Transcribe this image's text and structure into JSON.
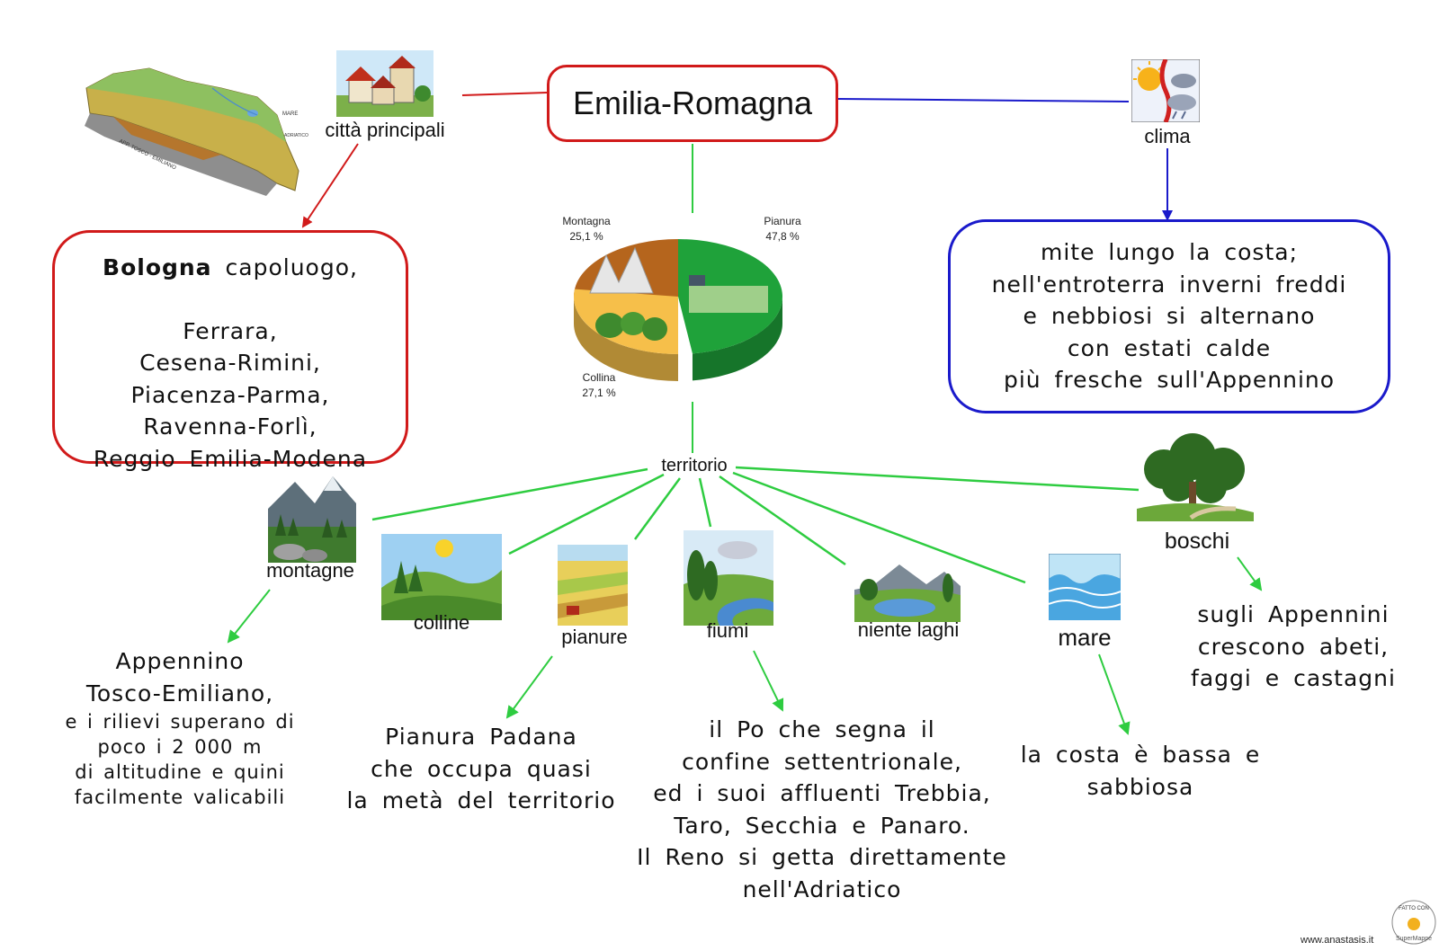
{
  "title": "Emilia-Romagna",
  "nodes": {
    "cities_label": "città principali",
    "climate_label": "clima",
    "territory_label": "territorio"
  },
  "cities_box": {
    "capital_name": "Bologna",
    "capital_suffix": "capoluogo,",
    "rest": "Ferrara,\nCesena-Rimini,\nPiacenza-Parma,\nRavenna-Forlì,\nReggio   Emilia-Modena"
  },
  "climate_box": {
    "text": "mite  lungo  la  costa;\nnell'entroterra  inverni  freddi\ne  nebbiosi  si  alternano\ncon  estati  calde\npiù  fresche   sull'Appennino"
  },
  "chart_data": {
    "type": "pie",
    "slices": [
      {
        "label": "Montagna",
        "value": 25.1,
        "display": "25,1 %",
        "color": "#b5651d"
      },
      {
        "label": "Pianura",
        "value": 47.8,
        "display": "47,8 %",
        "color": "#1fa23a"
      },
      {
        "label": "Collina",
        "value": 27.1,
        "display": "27,1 %",
        "color": "#f6bf4a"
      }
    ]
  },
  "territory": {
    "montagne": {
      "label": "montagne",
      "desc_large": "Appennino\nTosco-Emiliano,",
      "desc_small": "e i rilievi  superano  di\npoco  i  2 000  m\ndi  altitudine  e  quini\nfacilmente  valicabili"
    },
    "colline": {
      "label": "colline"
    },
    "pianure": {
      "label": "pianure",
      "desc": "Pianura   Padana\nche  occupa  quasi\nla  metà  del  territorio"
    },
    "fiumi": {
      "label": "fiumi",
      "desc": "il  Po  che  segna  il\nconfine   settentrionale,\ned  i  suoi  affluenti  Trebbia,\nTaro,  Secchia  e  Panaro.\nIl  Reno  si  getta  direttamente\nnell'Adriatico"
    },
    "laghi": {
      "label": "niente laghi"
    },
    "mare": {
      "label": "mare",
      "desc": "la  costa  è  bassa  e\nsabbiosa"
    },
    "boschi": {
      "label": "boschi",
      "desc": "sugli   Appennini\ncrescono  abeti,\nfaggi  e  castagni"
    }
  },
  "map_labels": {
    "sea": "MARE",
    "sea2": "ADRIATICO",
    "mountains": "APP.  TOSCO - EMILIANO"
  },
  "footer": {
    "site": "www.anastasis.it",
    "badge_top": "FATTO CON",
    "badge_bottom": "SuperMappe"
  },
  "colors": {
    "red": "#d11a1a",
    "blue": "#1a1acb",
    "green": "#2ecc40"
  }
}
